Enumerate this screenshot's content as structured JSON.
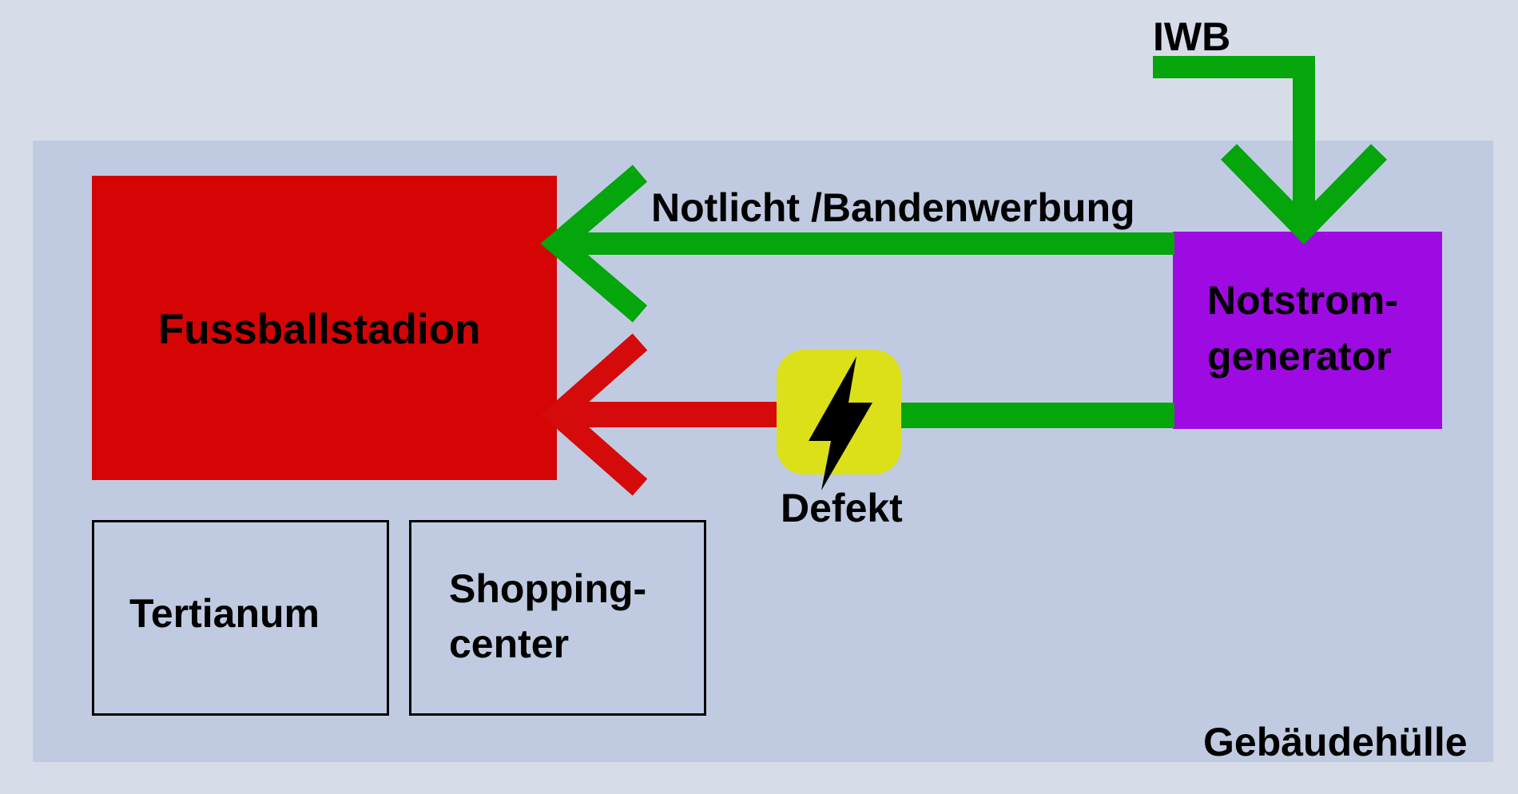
{
  "source_label": "IWB",
  "connection_label": "Notlicht /Bandenwerbung",
  "stadium_label": "Fussballstadion",
  "generator_label_line1": "Notstrom-",
  "generator_label_line2": "generator",
  "defect_label": "Defekt",
  "tertianum_label": "Tertianum",
  "shopping_label_line1": "Shopping-",
  "shopping_label_line2": "center",
  "building_label": "Gebäudehülle",
  "colors": {
    "background": "#d6dde9",
    "building": "#c0cbe2",
    "stadium": "#d50506",
    "generator": "#9e0ae2",
    "power_ok": "#05a50c",
    "power_defect": "#d50a0a",
    "defect_badge": "#dce019",
    "outline": "#000000"
  },
  "icons": {
    "defect": "lightning-bolt-icon"
  }
}
